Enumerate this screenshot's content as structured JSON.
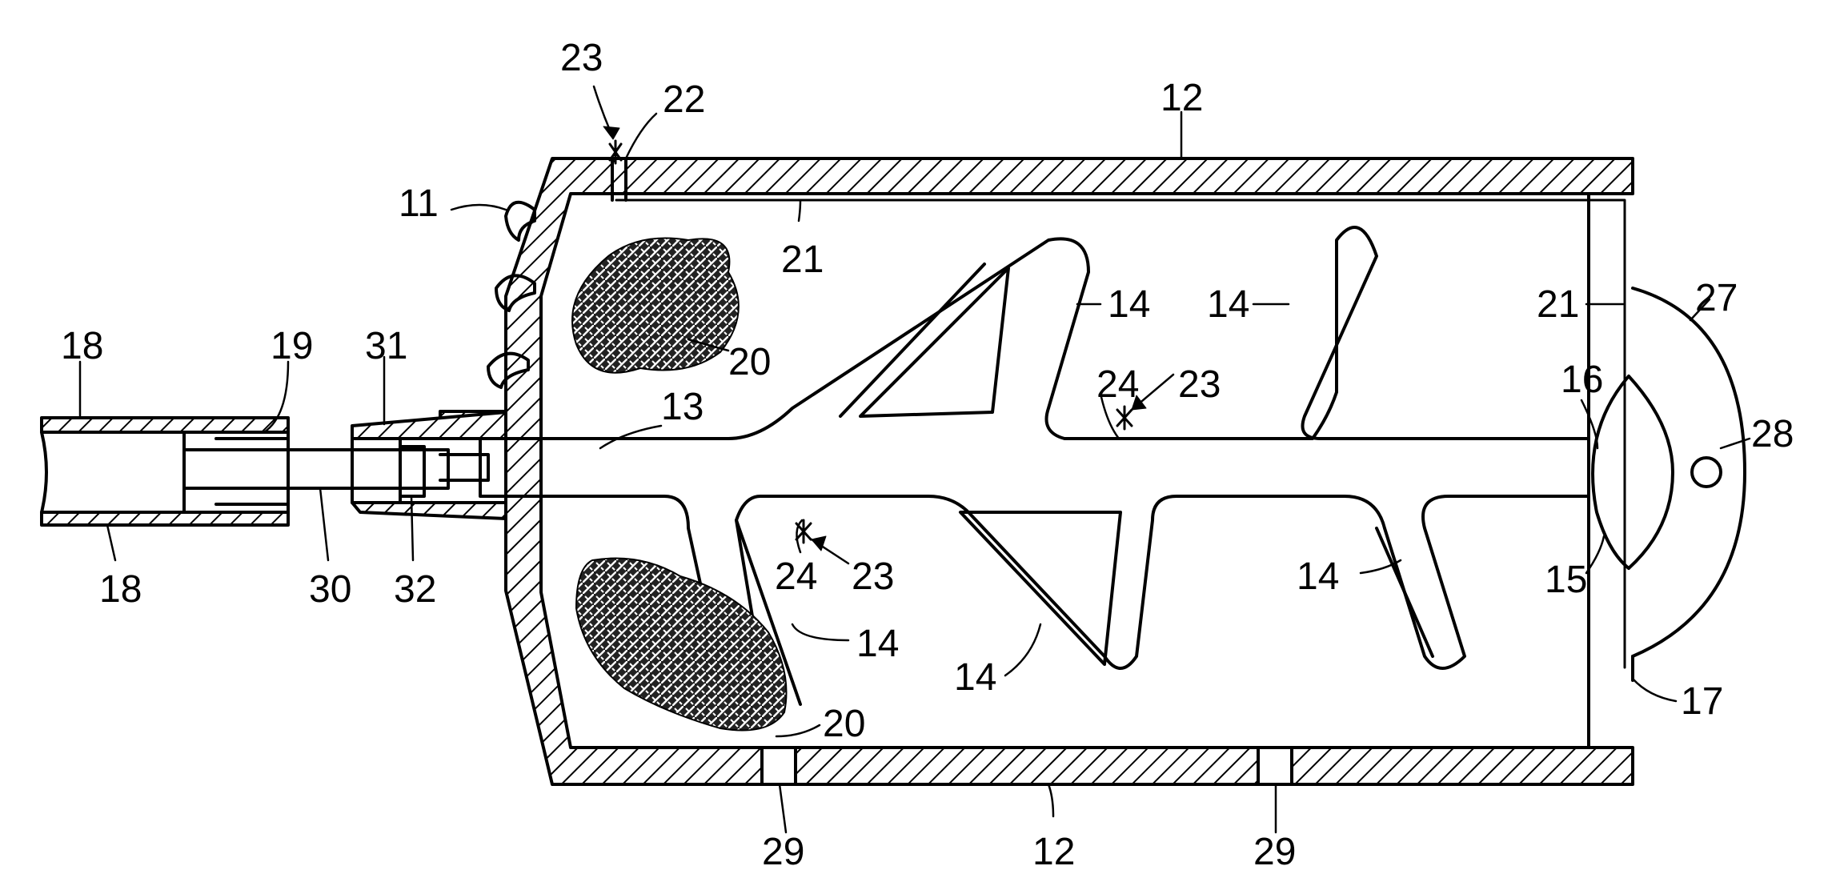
{
  "colors": {
    "ink": "#000000",
    "paper": "#ffffff"
  },
  "labels": {
    "l23_top": "23",
    "l22": "22",
    "l12_top": "12",
    "l11": "11",
    "l21_top": "21",
    "l14_a": "14",
    "l14_b": "14",
    "l21_right": "21",
    "l27": "27",
    "l18_top": "18",
    "l19": "19",
    "l31": "31",
    "l20_top": "20",
    "l13": "13",
    "l24_right": "24",
    "l23_right": "23",
    "l16": "16",
    "l28": "28",
    "l18_bottom": "18",
    "l30": "30",
    "l32": "32",
    "l24_left": "24",
    "l23_left": "23",
    "l14_c": "14",
    "l15": "15",
    "l14_d": "14",
    "l14_e": "14",
    "l20_bottom": "20",
    "l17": "17",
    "l29_left": "29",
    "l12_bottom": "12",
    "l29_right": "29"
  }
}
